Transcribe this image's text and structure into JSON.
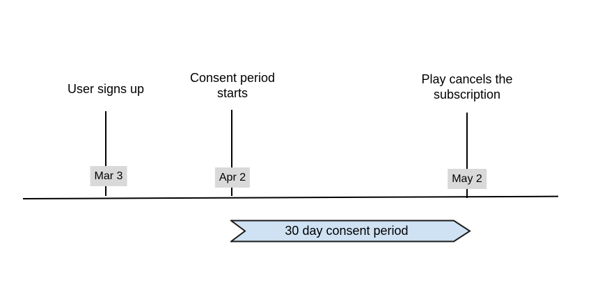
{
  "events": [
    {
      "label": "User signs up",
      "date": "Mar 3"
    },
    {
      "label": "Consent period\nstarts",
      "date": "Apr 2"
    },
    {
      "label": "Play cancels the\nsubscription",
      "date": "May 2"
    }
  ],
  "period_banner": {
    "label": "30 day consent period"
  },
  "colors": {
    "background": "#ffffff",
    "text": "#000000",
    "line": "#000000",
    "date_label_bg": "#d9d9d9",
    "banner_fill": "#cfe2f3",
    "banner_border": "#1a1a1a"
  }
}
